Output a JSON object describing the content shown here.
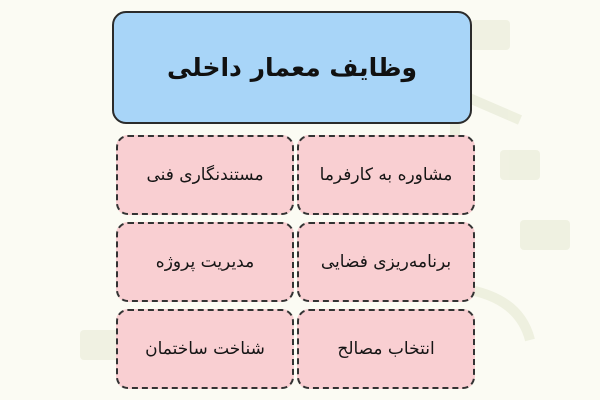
{
  "colors": {
    "background": "#fbfbf3",
    "title_fill": "#a8d5f8",
    "card_fill": "#f9cfd2",
    "border": "#333333"
  },
  "title": "وظایف معمار داخلی",
  "tasks": [
    {
      "label": "مستندنگاری فنی"
    },
    {
      "label": "مشاوره به کارفرما"
    },
    {
      "label": "مدیریت پروژه"
    },
    {
      "label": "برنامه‌ریزی فضایی"
    },
    {
      "label": "شناخت ساختمان"
    },
    {
      "label": "انتخاب مصالح"
    }
  ]
}
